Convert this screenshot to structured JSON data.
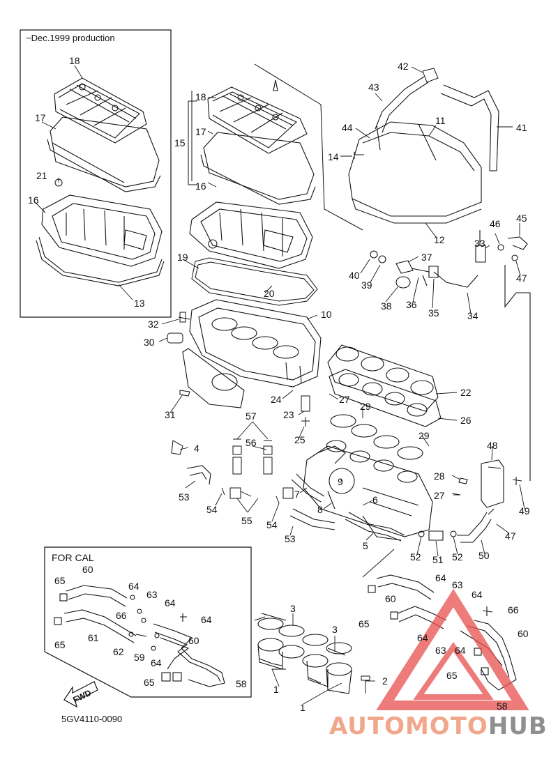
{
  "inset_note": "~Dec.1999 production",
  "cal_title": "FOR CAL",
  "fwd_label": "FWD",
  "diagram_code": "5GV4110-0090",
  "watermark": {
    "part1": "AUTOMOTO",
    "part2": "HUB",
    "color1": "#f1a78c",
    "color2": "#8f8f8f",
    "logo_color": "#e8504e"
  },
  "part_labels": [
    "18",
    "17",
    "21",
    "16",
    "13",
    "18",
    "17",
    "15",
    "16",
    "14",
    "44",
    "43",
    "42",
    "11",
    "41",
    "19",
    "20",
    "12",
    "33",
    "46",
    "45",
    "47",
    "37",
    "40",
    "39",
    "38",
    "36",
    "35",
    "34",
    "32",
    "10",
    "30",
    "24",
    "27",
    "22",
    "23",
    "31",
    "25",
    "57",
    "56",
    "29",
    "26",
    "29",
    "4",
    "53",
    "54",
    "55",
    "54",
    "28",
    "27",
    "48",
    "49",
    "9",
    "7",
    "8",
    "6",
    "53",
    "5",
    "47",
    "52",
    "51",
    "52",
    "50",
    "60",
    "65",
    "64",
    "63",
    "64",
    "66",
    "64",
    "61",
    "62",
    "59",
    "64",
    "60",
    "65",
    "65",
    "58",
    "64",
    "63",
    "64",
    "60",
    "65",
    "66",
    "60",
    "64",
    "63",
    "64",
    "65",
    "58",
    "3",
    "3",
    "1",
    "2",
    "1"
  ]
}
